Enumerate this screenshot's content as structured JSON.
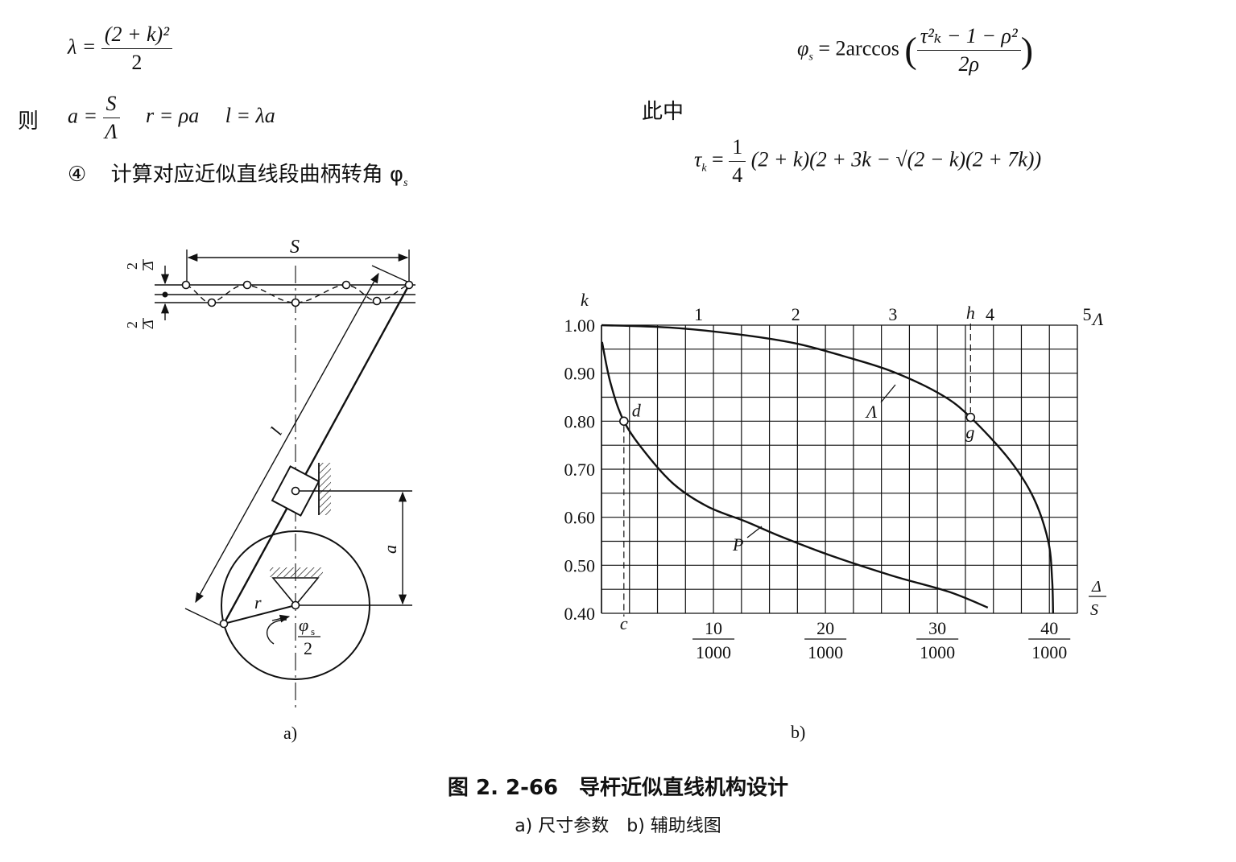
{
  "formulas": {
    "lambda_lhs": "λ =",
    "lambda_num": "(2 + k)²",
    "lambda_den": "2",
    "ze": "则",
    "a_lhs": "a =",
    "a_num": "S",
    "a_den": "Λ",
    "r_eq": "r = ρa",
    "l_eq": "l = λa",
    "step_marker": "④",
    "step_text": "计算对应近似直线段曲柄转角 φ",
    "step_sub": "s",
    "phi_lhs": "φ",
    "phi_sub": "s",
    "phi_eq": "= 2arccos",
    "phi_num": "τ²ₖ − 1 − ρ²",
    "phi_den": "2ρ",
    "cizhong": "此中",
    "tau_lhs": "τ",
    "tau_sub": "k",
    "tau_eq": "=",
    "tau_num": "1",
    "tau_den": "4",
    "tau_rhs": "(2 + k)(2 + 3k − √(2 − k)(2 + 7k))"
  },
  "diagram_a": {
    "label_S": "S",
    "label_delta_top_num": "Δ",
    "label_delta_top_den": "2",
    "label_delta_bot_num": "Δ",
    "label_delta_bot_den": "2",
    "label_l": "l",
    "label_a": "a",
    "label_r": "r",
    "label_phi": "φ",
    "label_phi_sub": "s",
    "label_phi_den": "2",
    "caption": "a)"
  },
  "chart_data": {
    "type": "line",
    "caption": "b)",
    "ylabel": "k",
    "x_bottom_label_num": "Δ",
    "x_bottom_label_den": "S",
    "x_top_label": "Λ",
    "y_ticks": [
      "1.00",
      "0.90",
      "0.80",
      "0.70",
      "0.60",
      "0.50",
      "0.40"
    ],
    "y_tick_values": [
      1.0,
      0.9,
      0.8,
      0.7,
      0.6,
      0.5,
      0.4
    ],
    "ylim": [
      0.4,
      1.0
    ],
    "x_bottom_ticks": [
      {
        "value": 0.01,
        "num": "10",
        "den": "1000"
      },
      {
        "value": 0.02,
        "num": "20",
        "den": "1000"
      },
      {
        "value": 0.03,
        "num": "30",
        "den": "1000"
      },
      {
        "value": 0.04,
        "num": "40",
        "den": "1000"
      }
    ],
    "x_bottom_lim": [
      0,
      0.0425
    ],
    "x_top_ticks": [
      {
        "value": 1,
        "label": "1"
      },
      {
        "value": 2,
        "label": "2"
      },
      {
        "value": 3,
        "label": "3"
      },
      {
        "value": 4,
        "label": "4"
      },
      {
        "value": 5,
        "label": "5"
      }
    ],
    "x_top_lim": [
      0,
      4.9
    ],
    "grid": true,
    "series": [
      {
        "name": "P",
        "axis": "bottom",
        "points": [
          [
            5e-05,
            0.965
          ],
          [
            0.0008,
            0.88
          ],
          [
            0.002,
            0.8
          ],
          [
            0.004,
            0.732
          ],
          [
            0.0065,
            0.668
          ],
          [
            0.0095,
            0.622
          ],
          [
            0.013,
            0.59
          ],
          [
            0.016,
            0.56
          ],
          [
            0.0205,
            0.52
          ],
          [
            0.026,
            0.478
          ],
          [
            0.031,
            0.445
          ],
          [
            0.0345,
            0.412
          ]
        ]
      },
      {
        "name": "Λ",
        "axis": "top",
        "points": [
          [
            0.0,
            1.0
          ],
          [
            0.7,
            0.995
          ],
          [
            1.4,
            0.981
          ],
          [
            2.0,
            0.962
          ],
          [
            2.5,
            0.935
          ],
          [
            3.0,
            0.903
          ],
          [
            3.5,
            0.855
          ],
          [
            3.8,
            0.808
          ],
          [
            4.2,
            0.72
          ],
          [
            4.45,
            0.64
          ],
          [
            4.6,
            0.55
          ],
          [
            4.64,
            0.47
          ],
          [
            4.65,
            0.4
          ]
        ]
      }
    ],
    "points": [
      {
        "label": "d",
        "x": 0.002,
        "y": 0.8,
        "axis": "bottom"
      },
      {
        "label": "g",
        "x": 3.8,
        "y": 0.808,
        "axis": "top"
      }
    ],
    "guides": [
      {
        "label": "c",
        "axis": "bottom",
        "x": 0.002
      },
      {
        "label": "h",
        "axis": "top",
        "x": 3.8
      }
    ]
  },
  "caption": {
    "figure_title": "图 2. 2-66　导杆近似直线机构设计",
    "subtitle": "a) 尺寸参数　b) 辅助线图"
  }
}
